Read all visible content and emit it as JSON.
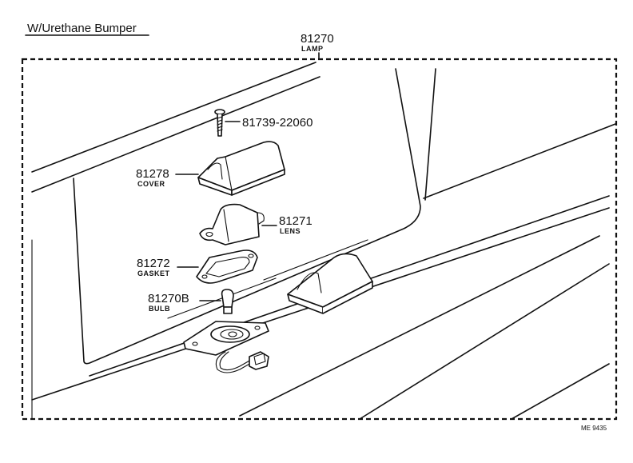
{
  "title": "W/Urethane Bumper",
  "assembly": {
    "part_no": "81270",
    "name": "LAMP"
  },
  "parts": {
    "screw": {
      "part_no": "81739-22060",
      "name": ""
    },
    "cover": {
      "part_no": "81278",
      "name": "COVER"
    },
    "lens": {
      "part_no": "81271",
      "name": "LENS"
    },
    "gasket": {
      "part_no": "81272",
      "name": "GASKET"
    },
    "bulb": {
      "part_no": "81270B",
      "name": "BULB"
    }
  },
  "figure_code": "ME 9435"
}
